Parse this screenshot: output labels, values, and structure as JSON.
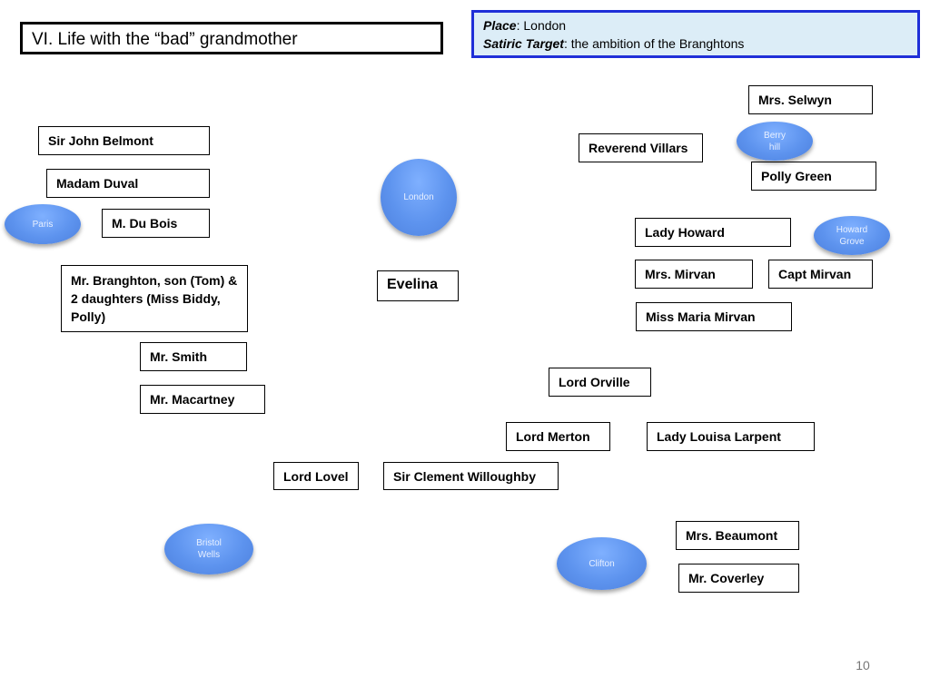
{
  "title": "VI. Life with the “bad” grandmother",
  "info": {
    "place_label": "Place",
    "place_value": ": London",
    "target_label": "Satiric Target",
    "target_value": ": the ambition of the Branghtons"
  },
  "people": {
    "sir_john_belmont": "Sir John Belmont",
    "madam_duval": "Madam Duval",
    "m_du_bois": "M. Du Bois",
    "branghton_family": "Mr. Branghton, son (Tom) & 2 daughters (Miss Biddy, Polly)",
    "mr_smith": "Mr. Smith",
    "mr_macartney": "Mr. Macartney",
    "evelina": "Evelina",
    "lord_lovel": "Lord Lovel",
    "sir_clement_willoughby": "Sir Clement Willoughby",
    "mrs_selwyn": "Mrs. Selwyn",
    "reverend_villars": "Reverend Villars",
    "polly_green": "Polly Green",
    "lady_howard": "Lady Howard",
    "mrs_mirvan": "Mrs. Mirvan",
    "capt_mirvan": "Capt Mirvan",
    "miss_maria_mirvan": "Miss Maria Mirvan",
    "lord_orville": "Lord Orville",
    "lord_merton": "Lord Merton",
    "lady_louisa_larpent": "Lady Louisa Larpent",
    "mrs_beaumont": "Mrs. Beaumont",
    "mr_coverley": "Mr. Coverley"
  },
  "places": {
    "paris": "Paris",
    "london": "London",
    "berry_hill": "Berry hill",
    "howard_grove": "Howard Grove",
    "bristol_wells": "Bristol Wells",
    "clifton": "Clifton"
  },
  "page_number": "10"
}
